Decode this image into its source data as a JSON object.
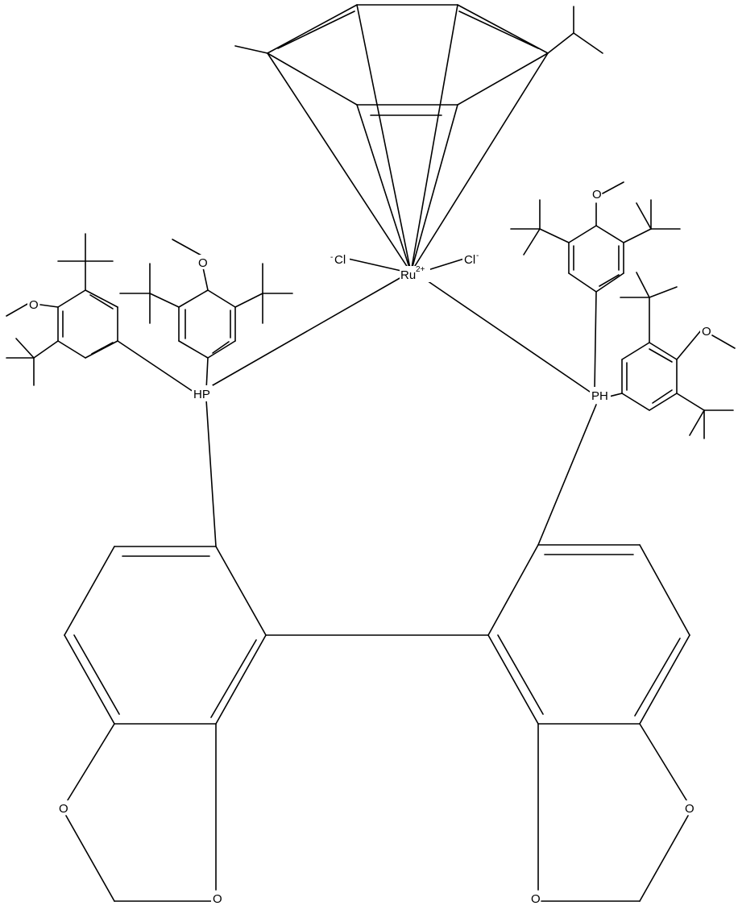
{
  "atoms": {
    "ru": "Ru",
    "ru_charge": "2+",
    "cl_left": "Cl",
    "cl_left_charge": "-",
    "cl_right": "Cl",
    "cl_right_charge": "-",
    "p_left": "HP",
    "p_right": "PH",
    "oxygen": "O"
  },
  "colors": {
    "bond": "#000000",
    "background": "#ffffff"
  }
}
